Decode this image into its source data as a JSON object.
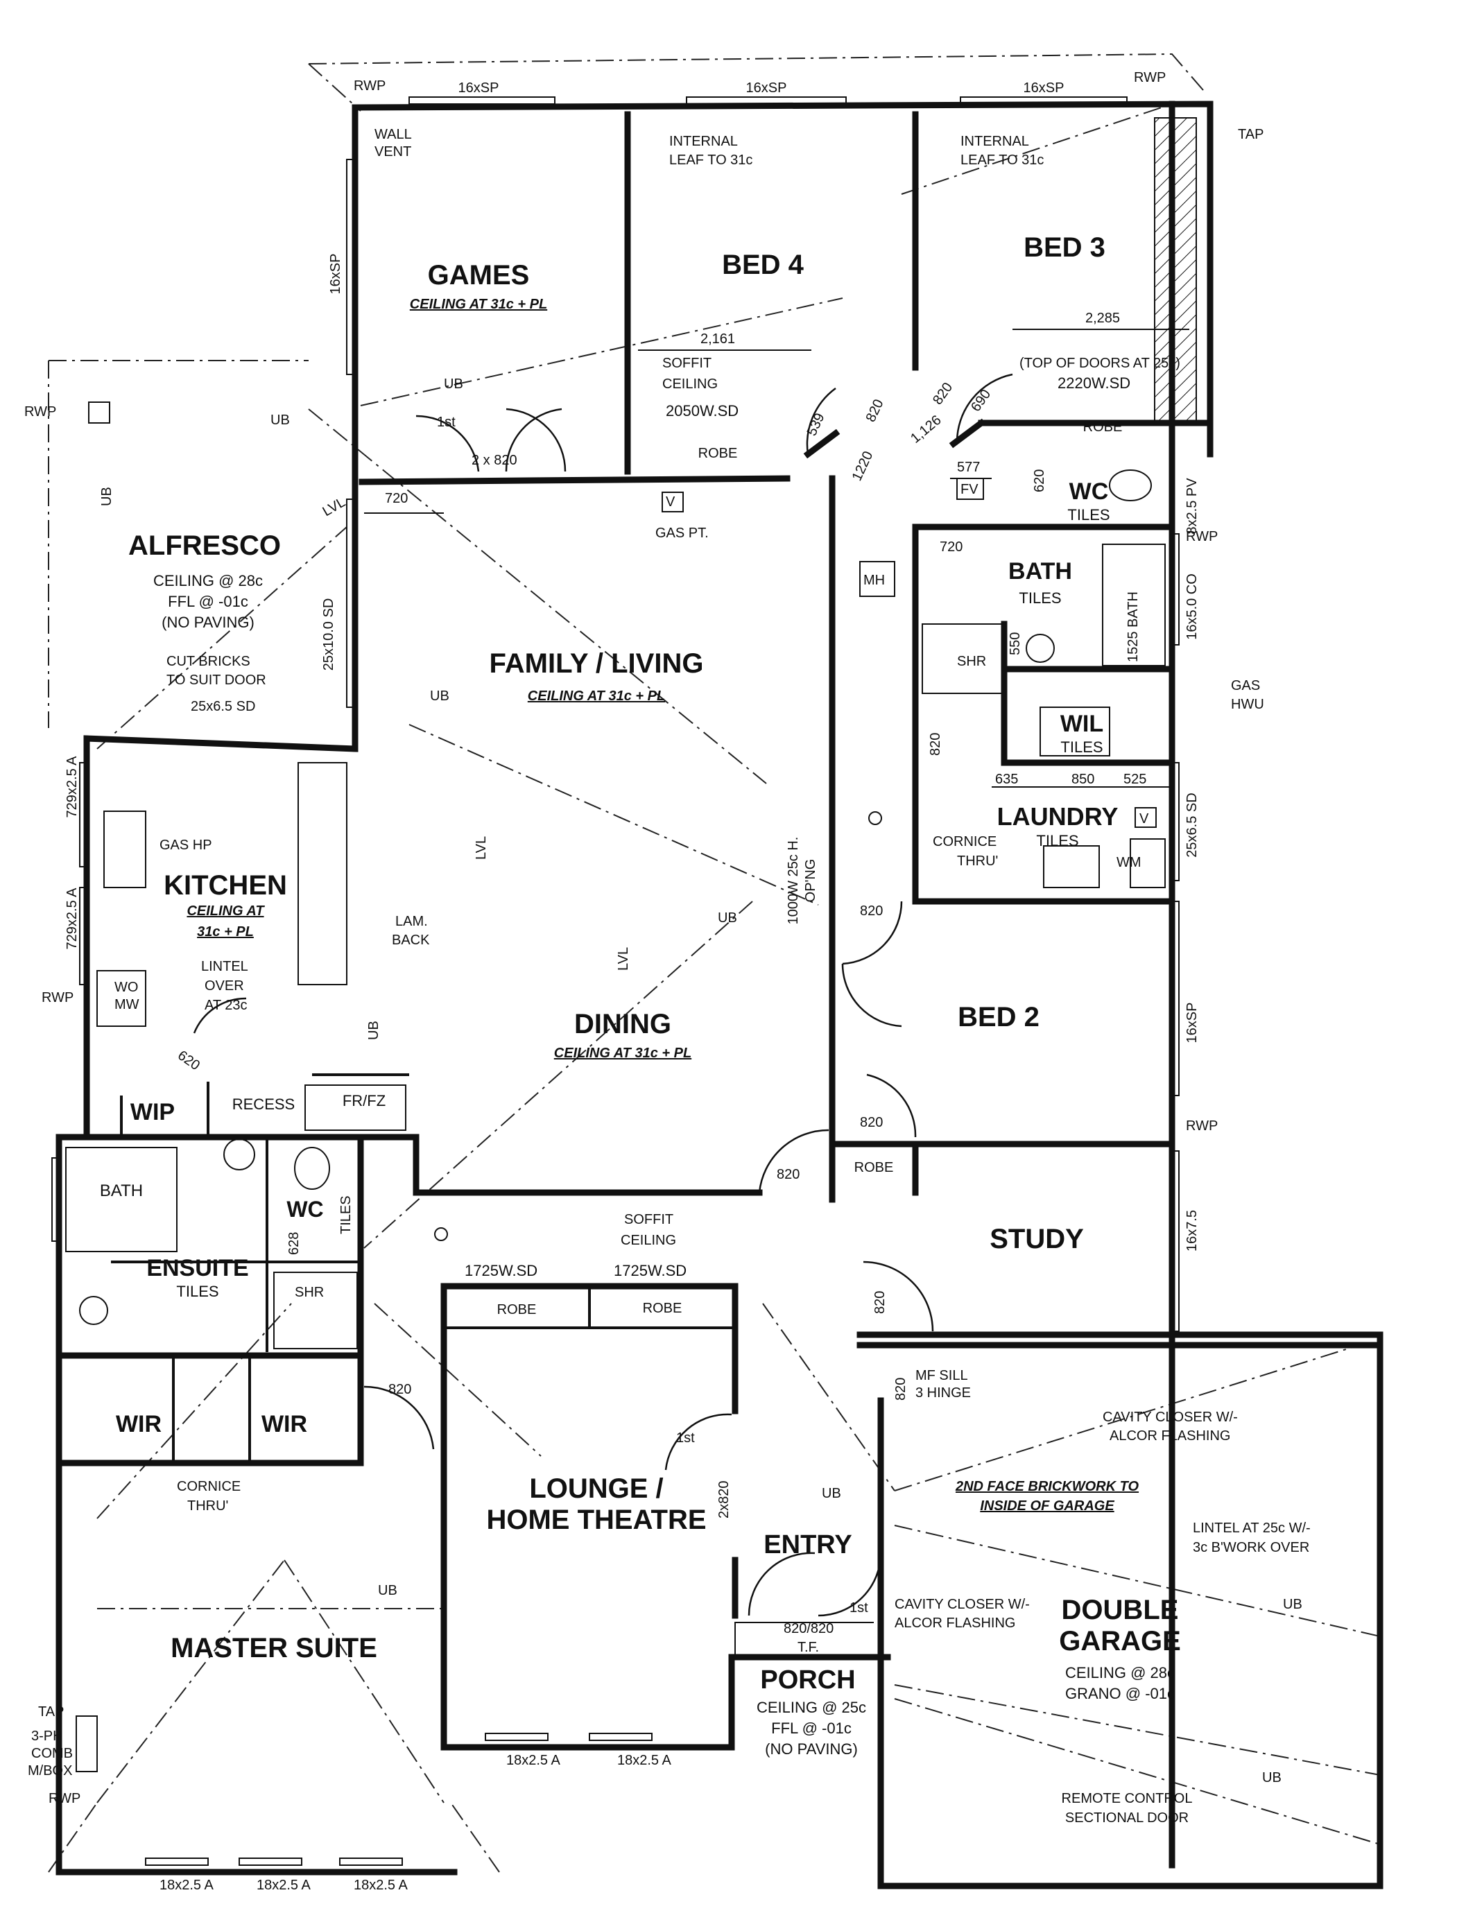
{
  "rooms": {
    "games": {
      "name": "GAMES",
      "ceiling": "CEILING AT 31c + PL"
    },
    "bed4": {
      "name": "BED 4"
    },
    "bed3": {
      "name": "BED 3"
    },
    "alfresco": {
      "name": "ALFRESCO",
      "ceiling": "CEILING @ 28c",
      "ffl": "FFL @ -01c",
      "paving": "(NO PAVING)"
    },
    "family": {
      "name": "FAMILY / LIVING",
      "ceiling": "CEILING AT 31c + PL"
    },
    "kitchen": {
      "name": "KITCHEN",
      "ceiling1": "CEILING AT",
      "ceiling2": "31c + PL"
    },
    "dining": {
      "name": "DINING",
      "ceiling": "CEILING AT 31c + PL"
    },
    "bath": {
      "name": "BATH",
      "tiles": "TILES"
    },
    "wc": {
      "name": "WC",
      "tiles": "TILES"
    },
    "wil": {
      "name": "WIL",
      "tiles": "TILES"
    },
    "laundry": {
      "name": "LAUNDRY",
      "tiles": "TILES"
    },
    "bed2": {
      "name": "BED 2"
    },
    "study": {
      "name": "STUDY"
    },
    "ensuite": {
      "name": "ENSUITE",
      "tiles": "TILES"
    },
    "ensuite_bath": {
      "name": "BATH"
    },
    "ensuite_wc": {
      "name": "WC",
      "tiles": "TILES"
    },
    "wir1": {
      "name": "WIR"
    },
    "wir2": {
      "name": "WIR"
    },
    "wip": {
      "name": "WIP"
    },
    "recess": {
      "name": "RECESS"
    },
    "frfz": {
      "name": "FR/FZ"
    },
    "lounge": {
      "name1": "LOUNGE /",
      "name2": "HOME THEATRE"
    },
    "entry": {
      "name": "ENTRY"
    },
    "porch": {
      "name": "PORCH",
      "ceiling": "CEILING @ 25c",
      "ffl": "FFL @ -01c",
      "paving": "(NO PAVING)"
    },
    "master": {
      "name": "MASTER SUITE"
    },
    "garage": {
      "name1": "DOUBLE",
      "name2": "GARAGE",
      "ceiling": "CEILING @ 28c",
      "floor": "GRANO @ -01c"
    }
  },
  "labels": {
    "rwp": "RWP",
    "tap": "TAP",
    "ub": "UB",
    "lvl": "LVL",
    "robe": "ROBE",
    "shr": "SHR",
    "mh": "MH",
    "v": "V",
    "wm": "WM",
    "fv": "FV",
    "first": "1st",
    "sp16": "16xSP",
    "wall_vent_1": "WALL",
    "wall_vent_2": "VENT",
    "internal_leaf_1": "INTERNAL",
    "internal_leaf_2": "LEAF TO 31c",
    "soffit_1": "SOFFIT",
    "soffit_2": "CEILING",
    "w2050": "2050W.SD",
    "w2220": "2220W.SD",
    "top_doors": "(TOP OF DOORS AT 25c)",
    "d2161": "2,161",
    "d2285": "2,285",
    "d539": "539",
    "d820": "820",
    "d690": "690",
    "d1126": "1,126",
    "d1220": "1220",
    "d577": "577",
    "d620": "620",
    "d720": "720",
    "d550": "550",
    "d1525": "1525 BATH",
    "d635": "635",
    "d850": "850",
    "d525": "525",
    "d628": "628",
    "two_x_820": "2 x 820",
    "two_x_820_b": "2x820",
    "d820_820": "820/820",
    "tf": "T.F.",
    "gas_pt": "GAS PT.",
    "gas_hp": "GAS HP",
    "gas_hwu_1": "GAS",
    "gas_hwu_2": "HWU",
    "sd_25_10": "25x10.0 SD",
    "sd_25_6_5": "25x6.5 SD",
    "co_16_5": "16x5.0 CO",
    "pv_8_2_5": "8x2.5 PV",
    "a_729": "729x2.5 A",
    "a_18": "18x2.5 A",
    "s_16_7_5": "16x7.5",
    "cut_bricks_1": "CUT BRICKS",
    "cut_bricks_2": "TO SUIT DOOR",
    "lintel_1": "LINTEL",
    "lintel_2": "OVER",
    "lintel_3": "AT 23c",
    "wo_mw_1": "WO",
    "wo_mw_2": "MW",
    "lam_back_1": "LAM.",
    "lam_back_2": "BACK",
    "cornice_1": "CORNICE",
    "cornice_2": "THRU'",
    "opening_1": "1000W 25c H.",
    "opening_2": "OP'NG",
    "w1725": "1725W.SD",
    "mf_sill_1": "MF SILL",
    "mf_sill_2": "3 HINGE",
    "cavity_1": "CAVITY CLOSER W/-",
    "cavity_2": "ALCOR FLASHING",
    "face_brick_1": "2ND FACE BRICKWORK TO",
    "face_brick_2": "INSIDE OF GARAGE",
    "lintel_g_1": "LINTEL AT 25c W/-",
    "lintel_g_2": "3c B'WORK OVER",
    "remote_1": "REMOTE CONTROL",
    "remote_2": "SECTIONAL DOOR",
    "comb_1": "3-PH",
    "comb_2": "COMB",
    "comb_3": "M/BOX"
  }
}
